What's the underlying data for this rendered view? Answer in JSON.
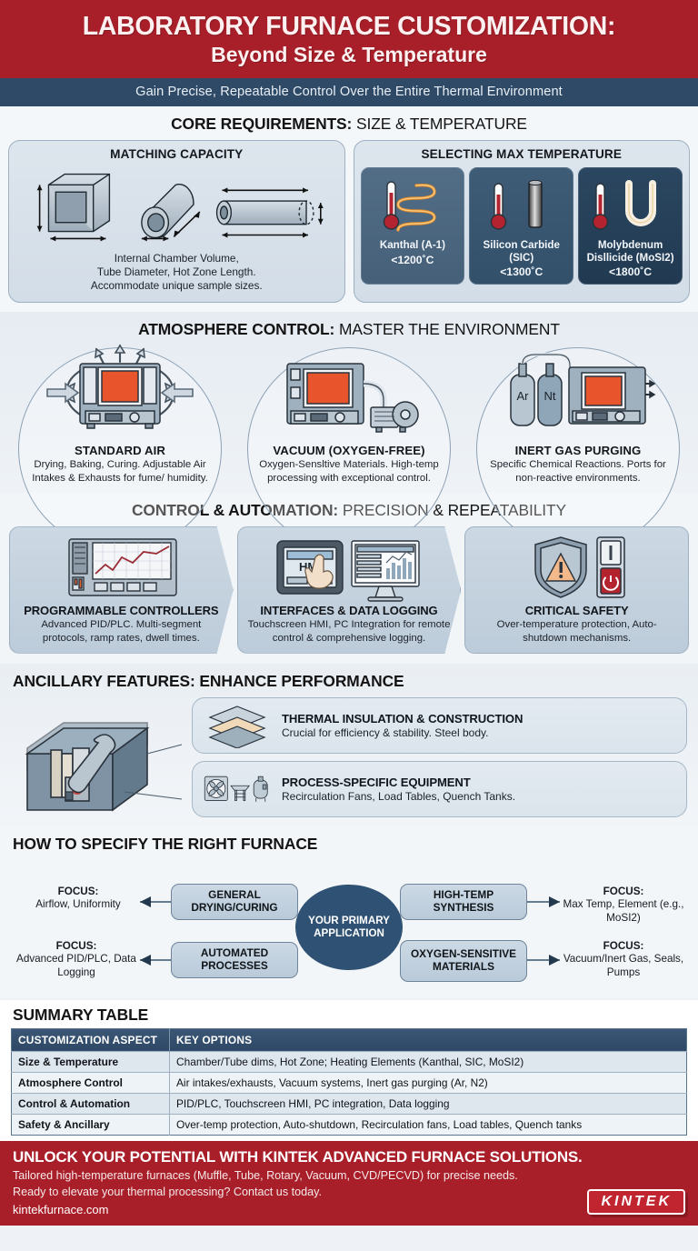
{
  "header": {
    "title": "LABORATORY FURNACE CUSTOMIZATION:",
    "subtitle": "Beyond Size & Temperature",
    "banner": "Gain Precise, Repeatable Control Over the Entire Thermal Environment",
    "bg_color": "#a81f29",
    "banner_bg_color": "#2f4a66"
  },
  "core": {
    "heading_bold": "CORE REQUIREMENTS:",
    "heading_rest": " SIZE & TEMPERATURE",
    "capacity": {
      "title": "MATCHING CAPACITY",
      "note": "Internal Chamber Volume,\nTube Diameter, Hot Zone Length.\nAccommodate unique sample sizes."
    },
    "temperature": {
      "title": "SELECTING MAX TEMPERATURE",
      "cards": [
        {
          "name": "Kanthal (A-1)",
          "value": "<1200˚C",
          "icon": "coil-element-icon"
        },
        {
          "name": "Silicon Carbide (SIC)",
          "value": "<1300˚C",
          "icon": "sic-rod-icon"
        },
        {
          "name": "Molybdenum Disllicide (MoSI2)",
          "value": "<1800˚C",
          "icon": "mosi2-u-element-icon"
        }
      ]
    }
  },
  "atmosphere": {
    "heading_bold": "ATMOSPHERE CONTROL:",
    "heading_rest": " MASTER THE ENVIRONMENT",
    "items": [
      {
        "title": "STANDARD AIR",
        "body": "Drying, Baking, Curing. Adjustable Air Intakes & Exhausts for fume/ humidity.",
        "icon": "furnace-airflow-icon"
      },
      {
        "title": "VACUUM (OXYGEN-FREE)",
        "body": "Oxygen-Sensltive Materials. High-temp processing with exceptional control.",
        "icon": "furnace-vacuum-pump-icon"
      },
      {
        "title": "INERT GAS PURGING",
        "body": "Specific Chemical Reactions. Ports for non-reactive environments.",
        "icon": "furnace-gas-cylinders-icon",
        "cylinder_labels": [
          "Ar",
          "Nt"
        ]
      }
    ]
  },
  "control": {
    "heading_bold": "CONTROL & AUTOMATION:",
    "heading_rest": " PRECISION & REPEATABILITY",
    "items": [
      {
        "title": "PROGRAMMABLE CONTROLLERS",
        "body": "Advanced PID/PLC. Multi-segment protocols, ramp rates, dwell times.",
        "icon": "controller-chart-icon"
      },
      {
        "title": "INTERFACES & DATA LOGGING",
        "body": "Touchscreen HMI, PC Integration for remote control & comprehensive logging.",
        "icon": "hmi-touchscreen-icon",
        "screen_label": "HMI"
      },
      {
        "title": "CRITICAL SAFETY",
        "body": "Over-temperature protection, Auto-shutdown mechanisms.",
        "icon": "shield-warning-icon"
      }
    ]
  },
  "ancillary": {
    "heading": "ANCILLARY FEATURES: ENHANCE PERFORMANCE",
    "toolbox_icon": "toolbox-wrench-icon",
    "cards": [
      {
        "title": "THERMAL INSULATION & CONSTRUCTION",
        "body": "Crucial for efficiency & stability. Steel body.",
        "icon": "insulation-layers-icon"
      },
      {
        "title": "PROCESS-SPECIFIC EQUIPMENT",
        "body": "Recirculation Fans, Load Tables, Quench Tanks.",
        "icon": "fan-table-tank-icon"
      }
    ]
  },
  "flow": {
    "heading": "HOW TO SPECIFY THE RIGHT FURNACE",
    "center": "YOUR PRIMARY APPLICATION",
    "branches": [
      {
        "box": "GENERAL DRYING/CURING",
        "focus_label": "FOCUS:",
        "focus": "Airflow, Uniformity",
        "side": "left",
        "row": "top"
      },
      {
        "box": "AUTOMATED PROCESSES",
        "focus_label": "FOCUS:",
        "focus": "Advanced PID/PLC, Data Logging",
        "side": "left",
        "row": "bottom"
      },
      {
        "box": "HIGH-TEMP SYNTHESIS",
        "focus_label": "FOCUS:",
        "focus": "Max Temp, Element (e.g., MoSI2)",
        "side": "right",
        "row": "top"
      },
      {
        "box": "OXYGEN-SENSITIVE MATERIALS",
        "focus_label": "FOCUS:",
        "focus": "Vacuum/Inert Gas, Seals, Pumps",
        "side": "right",
        "row": "bottom"
      }
    ]
  },
  "summary": {
    "heading": "SUMMARY TABLE",
    "columns": [
      "CUSTOMIZATION ASPECT",
      "KEY OPTIONS"
    ],
    "rows": [
      [
        "Size & Temperature",
        "Chamber/Tube dims, Hot Zone; Heating Elements (Kanthal, SIC, MoSI2)"
      ],
      [
        "Atmosphere Control",
        "Air intakes/exhausts, Vacuum systems, Inert gas purging (Ar, N2)"
      ],
      [
        "Control & Automation",
        "PID/PLC, Touchscreen HMI, PC integration, Data logging"
      ],
      [
        "Safety & Ancillary",
        "Over-temp protection, Auto-shutdown, Recirculation fans, Load tables, Quench tanks"
      ]
    ]
  },
  "footer": {
    "headline": "UNLOCK YOUR POTENTIAL WITH KINTEK ADVANCED FURNACE SOLUTIONS.",
    "line1": "Tailored high-temperature furnaces (Muffle, Tube, Rotary, Vacuum, CVD/PECVD) for precise needs.",
    "line2": "Ready to elevate your thermal processing? Contact us today.",
    "url": "kintekfurnace.com",
    "logo": "KINTEK"
  }
}
